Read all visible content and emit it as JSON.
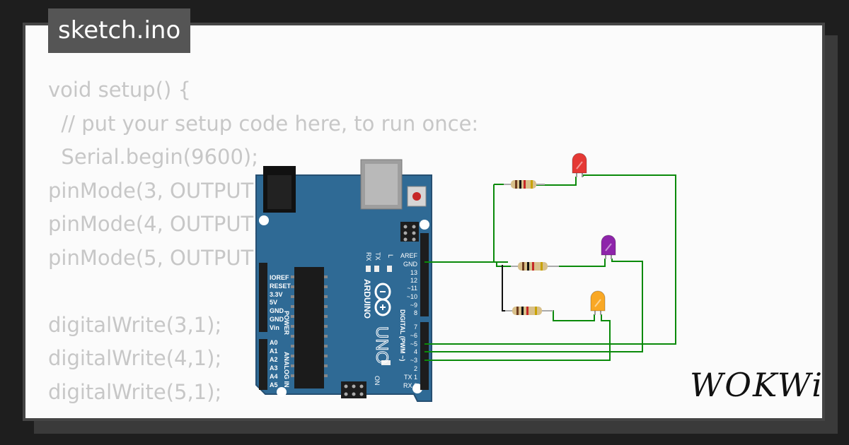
{
  "tab": {
    "filename": "sketch.ino"
  },
  "code_lines": [
    "void setup() {",
    "  // put your setup code here, to run once:",
    "  Serial.begin(9600);",
    "pinMode(3, OUTPUT);",
    "pinMode(4, OUTPUT);",
    "pinMode(5, OUTPUT);",
    "",
    "digitalWrite(3,1);",
    "digitalWrite(4,1);",
    "digitalWrite(5,1);"
  ],
  "board": {
    "brand": "ARDUINO",
    "model": "UNO",
    "power_pins": [
      "IOREF",
      "RESET",
      "3.3V",
      "5V",
      "GND",
      "GND",
      "Vin"
    ],
    "power_label": "POWER",
    "analog_pins": [
      "A0",
      "A1",
      "A2",
      "A3",
      "A4",
      "A5"
    ],
    "analog_label": "ANALOG IN",
    "digital_top": [
      "AREF",
      "GND",
      "13",
      "12",
      "~11",
      "~10",
      "~9",
      "8"
    ],
    "digital_bottom": [
      "7",
      "~6",
      "~5",
      "4",
      "~3",
      "2",
      "TX 1",
      "RX 0"
    ],
    "digital_label": "DIGITAL (PWM ~)",
    "tx_label": "TX",
    "rx_label": "RX",
    "l_label": "L",
    "on_label": "ON"
  },
  "leds": [
    {
      "name": "red-led",
      "color": "#e53935"
    },
    {
      "name": "purple-led",
      "color": "#8e24aa"
    },
    {
      "name": "yellow-led",
      "color": "#f9a825"
    }
  ],
  "colors": {
    "board": "#2f6a95",
    "wire": "#0a8a0a",
    "ground_wire": "#000000"
  },
  "brand_logo": "WOKWi"
}
